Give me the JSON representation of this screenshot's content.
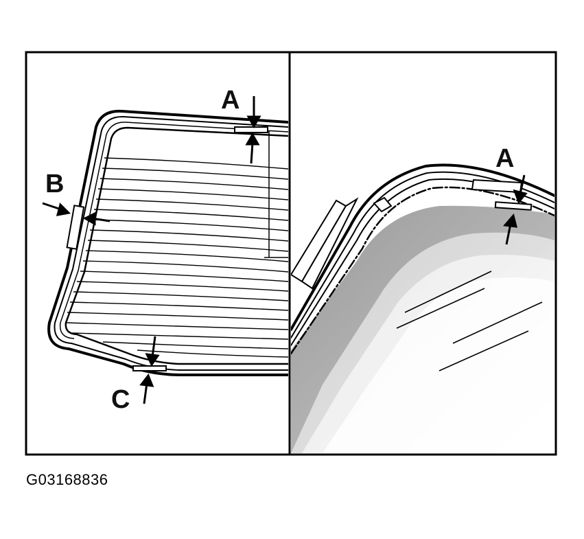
{
  "figure": {
    "labels": {
      "left_a": "A",
      "left_b": "B",
      "left_c": "C",
      "right_a": "A"
    },
    "id": "G03168836"
  }
}
